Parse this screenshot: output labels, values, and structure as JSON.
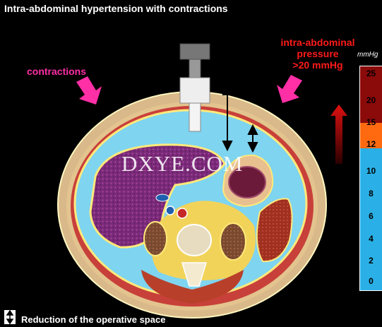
{
  "title": "Intra-abdominal hypertension with contractions",
  "labels": {
    "contractions": "contractions",
    "iap_line1": "intra-abdominal",
    "iap_line2": "pressure",
    "iap_line3": ">20 mmHg",
    "unit": "mmHg",
    "watermark": "DXYE.COM"
  },
  "footer": {
    "text": "Reduction of the operative space",
    "icon": "double-arrow-icon"
  },
  "pressure_scale": {
    "ticks": [
      "25",
      "20",
      "15",
      "12",
      "10",
      "8",
      "6",
      "4",
      "2",
      "0"
    ],
    "current_value": "25",
    "colors": {
      "high": "#8b0a0a",
      "mid": "#ff6a10",
      "normal": "#2ab0e6"
    }
  },
  "colors": {
    "accent_pink": "#ff2fa6",
    "accent_red": "#ff1a1a",
    "cavity_blue": "#7fd4f0"
  }
}
